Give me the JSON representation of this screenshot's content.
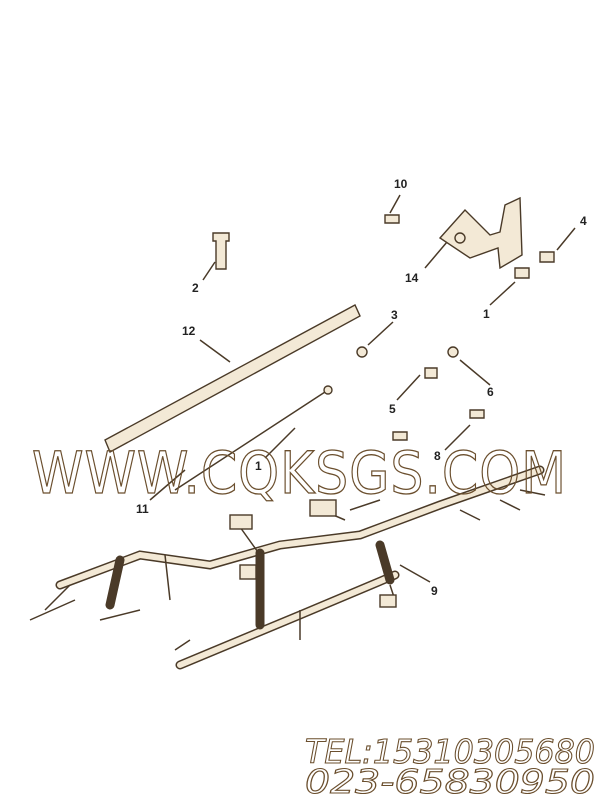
{
  "callouts": [
    "10",
    "4",
    "2",
    "14",
    "1",
    "3",
    "12",
    "6",
    "5",
    "8",
    "1",
    "11",
    "9"
  ],
  "watermark": "WWW.CQKSGS.COM",
  "contact": {
    "tel": "TEL:15310305680",
    "phone": "023-65830950"
  },
  "colors": {
    "line": "#4a3a28",
    "part_fill": "#f3e9d6",
    "watermark": "#6b4f2e"
  }
}
